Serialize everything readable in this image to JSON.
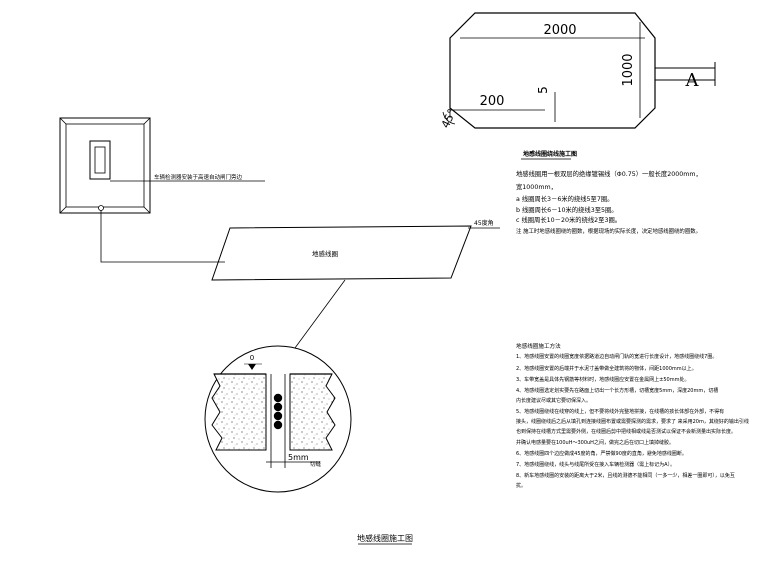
{
  "dims": {
    "length": "2000",
    "width": "1000",
    "corner": "200",
    "angle": "45°",
    "spacing": "5",
    "view_letter": "A"
  },
  "box_label": "车辆检测器安装于高速自动闸门旁边",
  "loop_label": "地感线圈",
  "angle_label": "45度角",
  "detail": {
    "zero_mark": "0",
    "slot_width": "5mm",
    "cut_label": "切缝"
  },
  "spec": {
    "title": "地感线圈绕线施工图",
    "lines": [
      "地感线圈用一根双层的绝缘镀锡线（Φ0.75）一般长度2000mm，",
      "宽1000mm，",
      "a  线圈周长3－6米的绕线5至7圈。",
      "b  线圈周长6－10米的绕线3至5圈。",
      "c  线圈周长10－20米的绕线2至3圈。",
      "注  施工时地感线圈绕的圈数，根据现场的实际长度，决定地感线圈绕的圈数。"
    ]
  },
  "construction": {
    "title": "地感线圈施工方法",
    "lines": [
      "1、地感线圈安置的线圈宽度依据路道边自动闸门轨的宽进行长度设计，地感线圈绕线7圈。",
      "2、地感线圈安置的后端并于水泥寸盖带做全建筑将的物体，间距1000mm以上。",
      "3、车带宽盖是具体先钢筋等材料时，地感线圈应安置在金属网上±50mm处。",
      "4、地感线圈选定划实要先在路面上切出一个长方形槽，切槽宽度5mm，深度20mm，切槽",
      "内长度建议尽或其它要切保深入。",
      "5、地感线圈绕线在线穿的线上，但不要将线外完整地拼接，在线槽的孩长体部在外部，不得有",
      "接头，线圈绕线后之后从填孔到连接线圈布置或需要探测的需求，要求了 来采用20m，其绕好的输出引线",
      "也到保持在线槽方式里需要外侧，在线圈后剪中把线相或线是否测试以保证不会新测量出实际长度。",
      "并确认电感量要在100uH～300uH之间，做完之后在切口上填掉缝胶。",
      "6、地感线圈四个边应做成45度的角，严禁做90度的直角，避免地感线圈断。",
      "7、地感线圈绕线，线头与线尾所受在接入车辆检测器（需上标记为A）。",
      "8、新车地感线圈的安装的距离大于2米，且线的测德不能相同（一多一少，相差一圈即可），以免互",
      "扰。"
    ]
  },
  "caption": "地感线圈施工图"
}
